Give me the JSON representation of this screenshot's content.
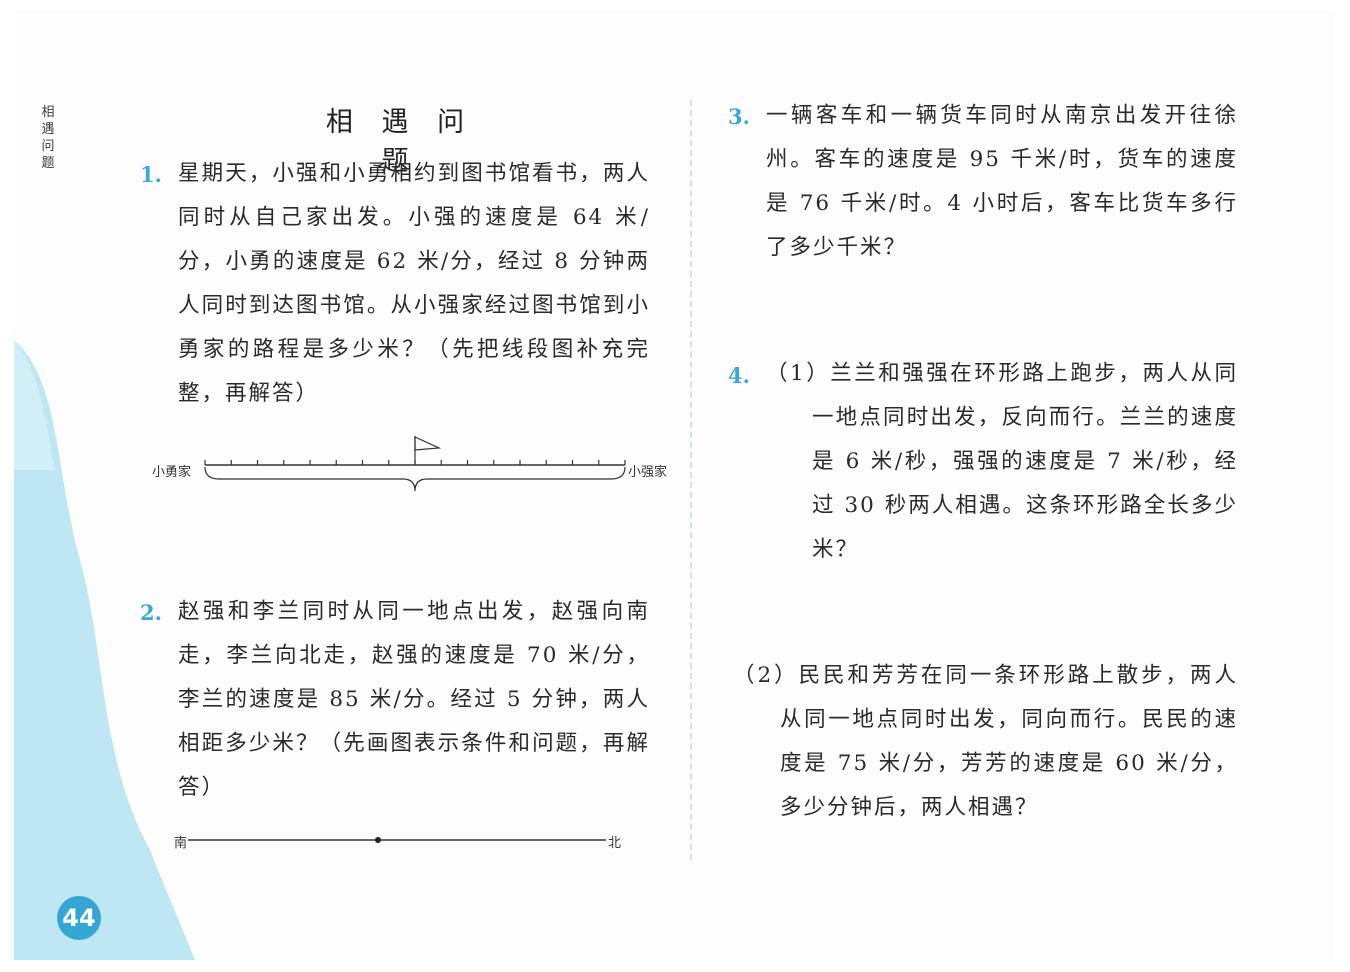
{
  "side_title": "相遇问题",
  "title": "相 遇 问 题",
  "page_number": "44",
  "colors": {
    "accent": "#35a6d3",
    "wave": "#bfe7f3"
  },
  "problems": [
    {
      "num": "1.",
      "text": "星期天，小强和小勇相约到图书馆看书，两人同时从自己家出发。小强的速度是 64 米/分，小勇的速度是 62 米/分，经过 8 分钟两人同时到达图书馆。从小强家经过图书馆到小勇家的路程是多少米？（先把线段图补充完整，再解答）"
    },
    {
      "num": "2.",
      "text": "赵强和李兰同时从同一地点出发，赵强向南走，李兰向北走，赵强的速度是 70 米/分，李兰的速度是 85 米/分。经过 5 分钟，两人相距多少米？（先画图表示条件和问题，再解答）"
    },
    {
      "num": "3.",
      "text": "一辆客车和一辆货车同时从南京出发开往徐州。客车的速度是 95 千米/时，货车的速度是 76 千米/时。4 小时后，客车比货车多行了多少千米？"
    },
    {
      "num": "4.",
      "text": "（1）兰兰和强强在环形路上跑步，两人从同一地点同时出发，反向而行。兰兰的速度是 6 米/秒，强强的速度是 7 米/秒，经过 30 秒两人相遇。这条环形路全长多少米？"
    },
    {
      "num": "",
      "text": "（2）民民和芳芳在同一条环形路上散步，两人从同一地点同时出发，同向而行。民民的速度是 75 米/分，芳芳的速度是 60 米/分，多少分钟后，两人相遇？"
    }
  ],
  "diagram1": {
    "left_label": "小勇家",
    "right_label": "小强家",
    "ticks": 16,
    "flag_at_tick": 8
  },
  "diagram2": {
    "left_label": "南",
    "right_label": "北"
  }
}
